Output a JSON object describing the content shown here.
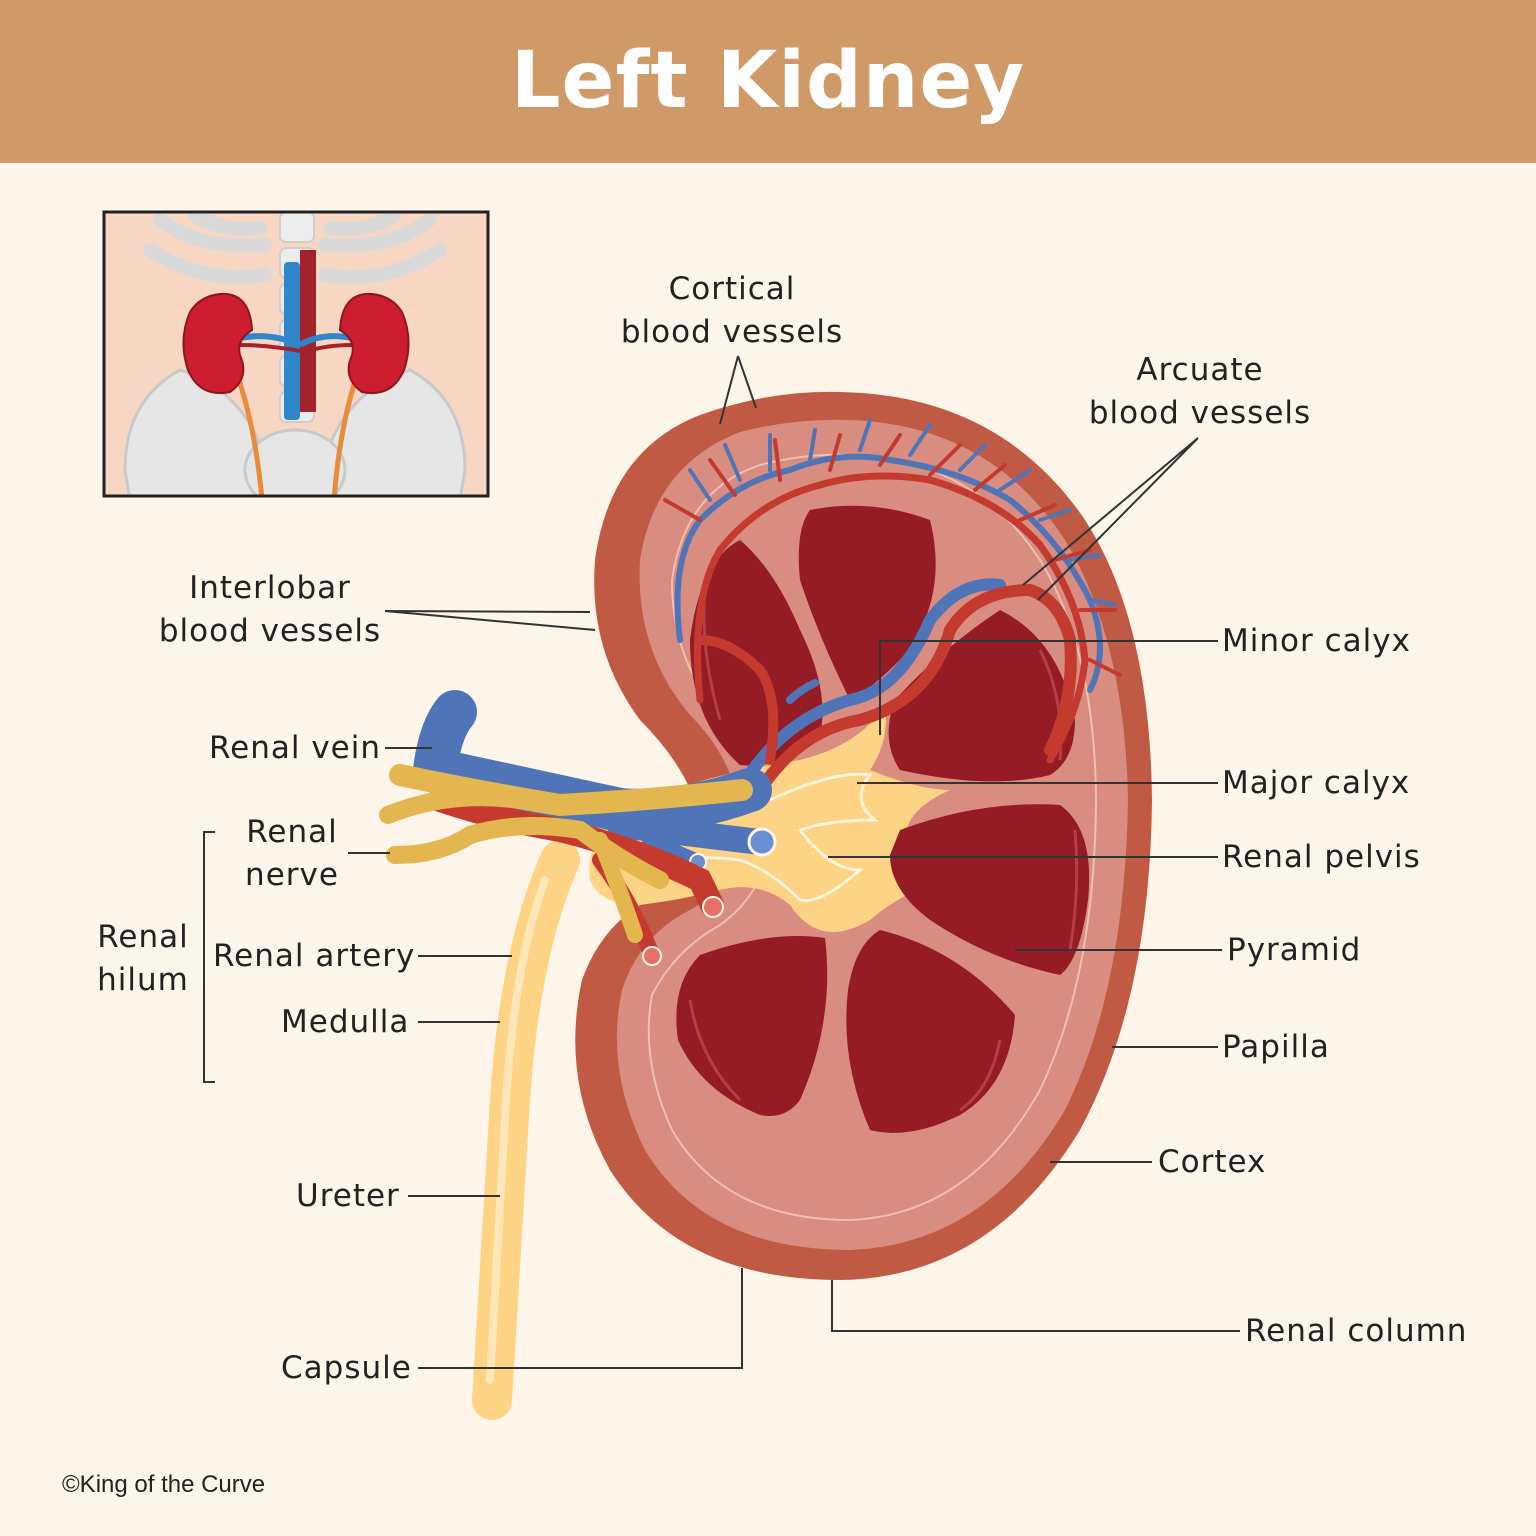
{
  "title": "Left Kidney",
  "labels": {
    "cortical_vessels": [
      "Cortical",
      "blood vessels"
    ],
    "arcuate_vessels": [
      "Arcuate",
      "blood vessels"
    ],
    "interlobar_vessels": [
      "Interlobar",
      "blood vessels"
    ],
    "renal_vein": "Renal vein",
    "renal_nerve": [
      "Renal",
      "nerve"
    ],
    "renal_hilum": [
      "Renal",
      "hilum"
    ],
    "renal_artery": "Renal artery",
    "medulla": "Medulla",
    "ureter": "Ureter",
    "capsule": "Capsule",
    "minor_calyx": "Minor calyx",
    "major_calyx": "Major calyx",
    "renal_pelvis": "Renal pelvis",
    "pyramid": "Pyramid",
    "papilla": "Papilla",
    "cortex": "Cortex",
    "renal_column": "Renal column"
  },
  "credit": "©King of the Curve",
  "colors": {
    "header": "#cf9968",
    "background": "#fdf4ea",
    "capsule": "#c05a45",
    "cortex": "#d98c80",
    "pyramid": "#951b24",
    "pelvis": "#fdd385",
    "vein": "#4f74b8",
    "artery": "#c53a2f",
    "nerve": "#e3b64f"
  }
}
